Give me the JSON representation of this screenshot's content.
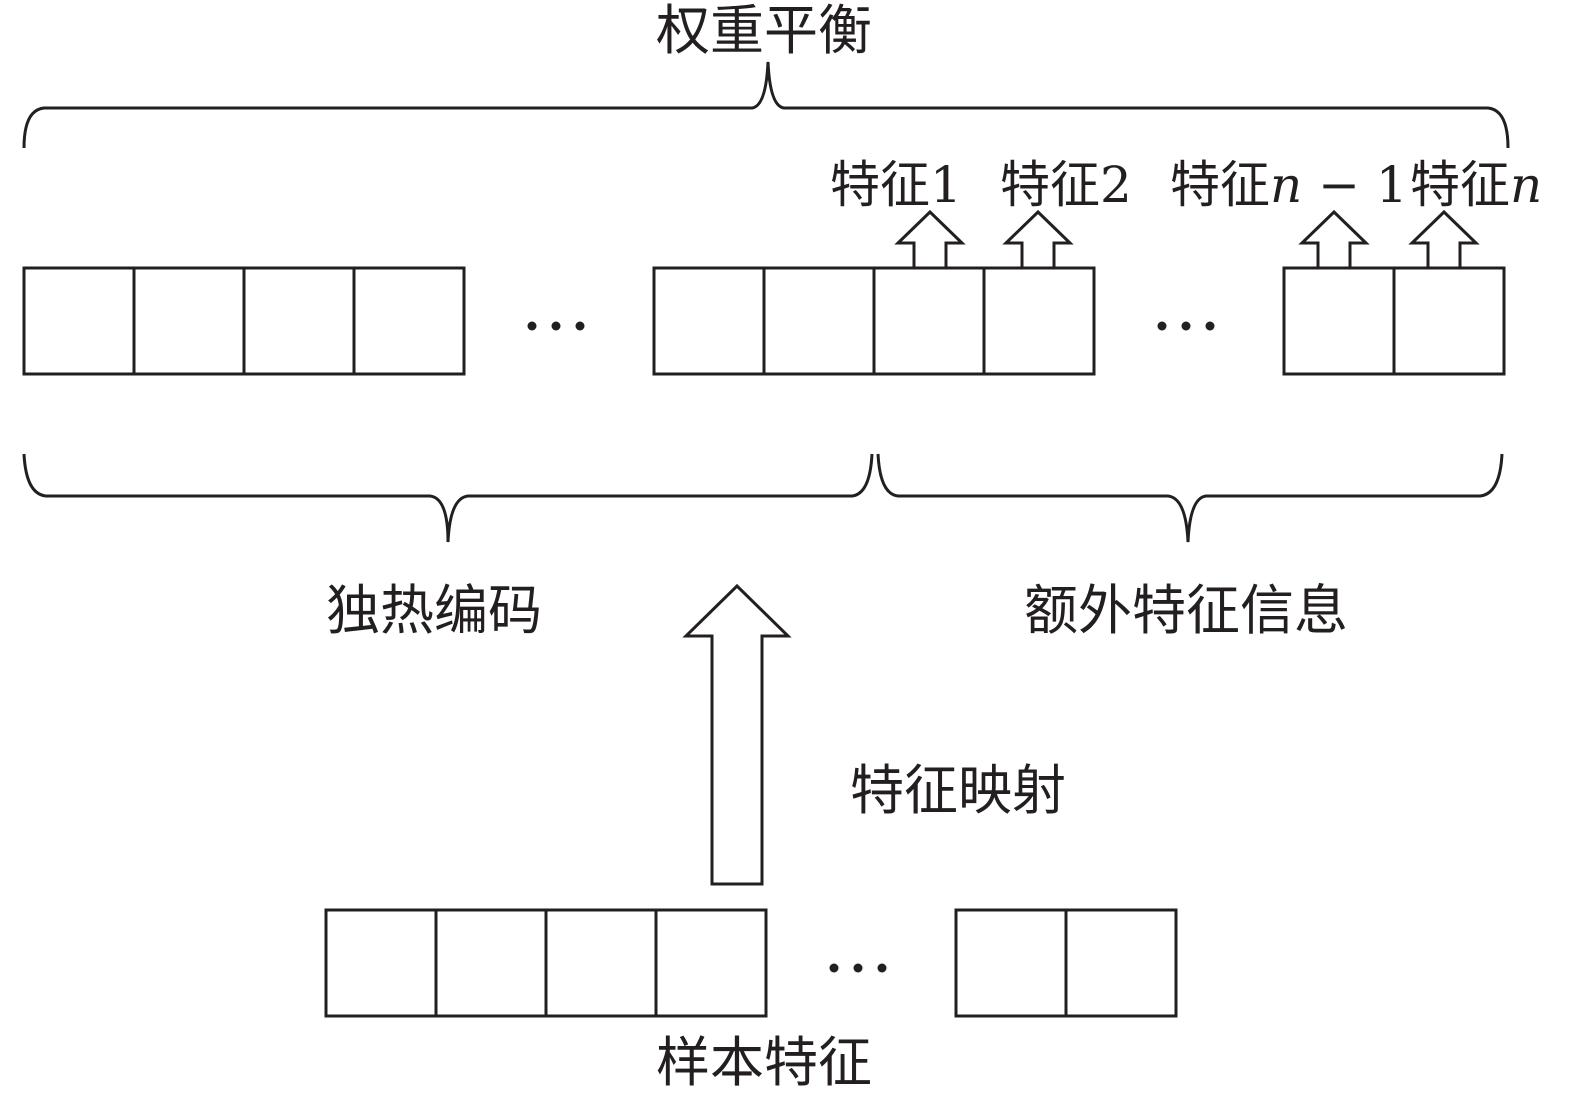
{
  "labels": {
    "weight_balance": "权重平衡",
    "one_hot_encoding": "独热编码",
    "extra_feature_info": "额外特征信息",
    "feature_mapping": "特征映射",
    "sample_features": "样本特征"
  },
  "feature_tags": {
    "feature_1": "特征1",
    "feature_2": "特征2",
    "feature_n_minus_1_prefix": "特征",
    "feature_n_minus_1_var": "n",
    "feature_n_minus_1_suffix": " − 1",
    "feature_n_prefix": "特征",
    "feature_n_var": "n"
  },
  "ellipsis": "···",
  "colors": {
    "stroke": "#231f20",
    "fill": "#ffffff"
  }
}
